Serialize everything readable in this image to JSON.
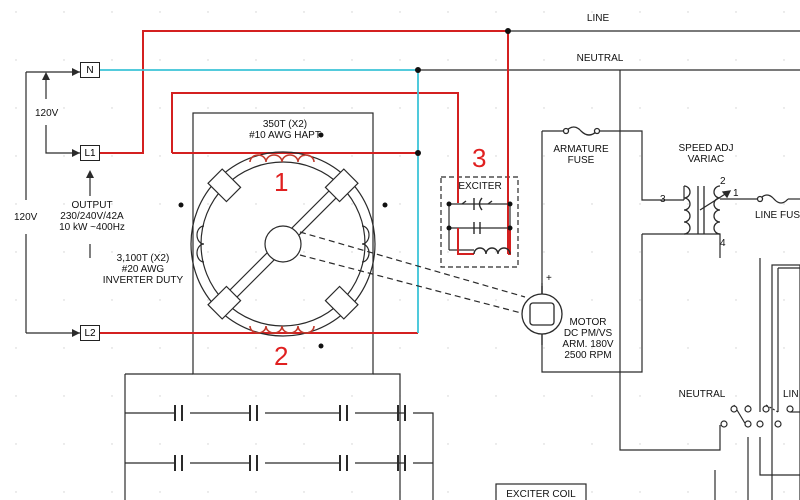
{
  "labels": {
    "line": "LINE",
    "neutral": "NEUTRAL",
    "n_terminal": "N",
    "l1_terminal": "L1",
    "l2_terminal": "L2",
    "v120_small": "120V",
    "v120_large": "120V",
    "output": [
      "OUTPUT",
      "230/240V/42A",
      "10 kW ~400Hz"
    ],
    "top_winding": [
      "350T (X2)",
      "#10 AWG HAPT"
    ],
    "side_winding": [
      "3,100T (X2)",
      "#20 AWG",
      "INVERTER DUTY"
    ],
    "marker_1": "1",
    "marker_2": "2",
    "marker_3": "3",
    "exciter": "EXCITER",
    "armature_fuse": [
      "ARMATURE",
      "FUSE"
    ],
    "speed_adj": [
      "SPEED ADJ",
      "VARIAC"
    ],
    "variac_pin_1": "1",
    "variac_pin_2": "2",
    "variac_pin_3": "3",
    "variac_pin_4": "4",
    "line_fuse": "LINE FUS",
    "motor_plus": "+",
    "motor": [
      "MOTOR",
      "DC PM/VS",
      "ARM. 180V",
      "2500 RPM"
    ],
    "neutral_switch": "NEUTRAL",
    "line_switch": "LIN",
    "exciter_coil": "EXCITER COIL"
  },
  "colors": {
    "wire_black": "#2a2a2a",
    "wire_red": "#d42020",
    "wire_cyan": "#3cc4d8",
    "marker_red": "#e02020",
    "coil": "#c0392b"
  }
}
